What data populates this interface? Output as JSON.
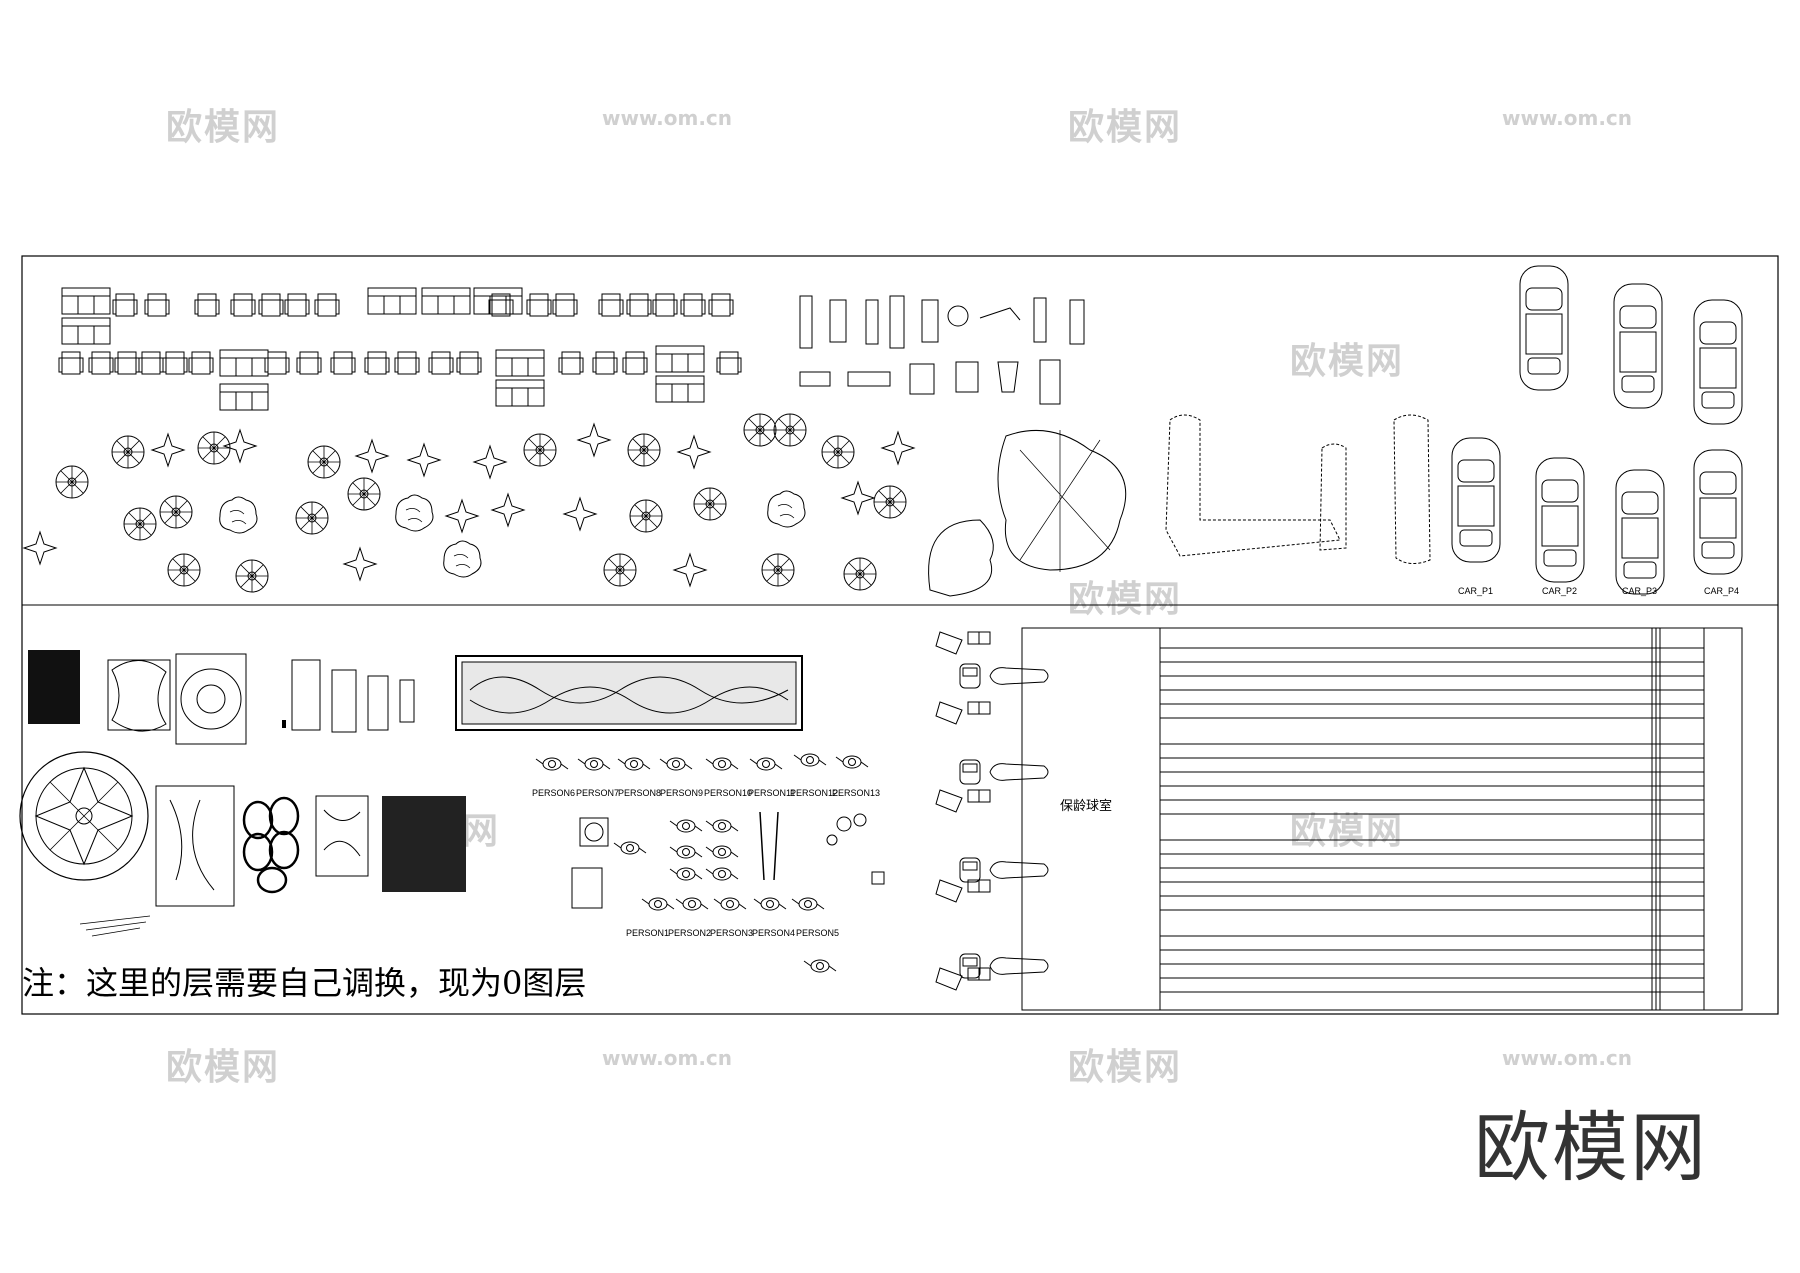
{
  "watermark": {
    "cn": "欧模网",
    "url": "www.om.cn"
  },
  "brand": "欧模网",
  "note": "注：这里的层需要自己调换，现为0图层",
  "cars": [
    "CAR_P1",
    "CAR_P2",
    "CAR_P3",
    "CAR_P4"
  ],
  "persons_row1": [
    "PERSON6",
    "PERSON7",
    "PERSON8",
    "PERSON9",
    "PERSON10",
    "PERSON11",
    "PERSON12",
    "PERSON13"
  ],
  "persons_row2": [
    "PERSON1",
    "PERSON2",
    "PERSON3",
    "PERSON4",
    "PERSON5"
  ],
  "bowling_room": "保龄球室",
  "colors": {
    "line": "#000000",
    "watermark": "#d0d0d0",
    "brand": "#333333"
  }
}
